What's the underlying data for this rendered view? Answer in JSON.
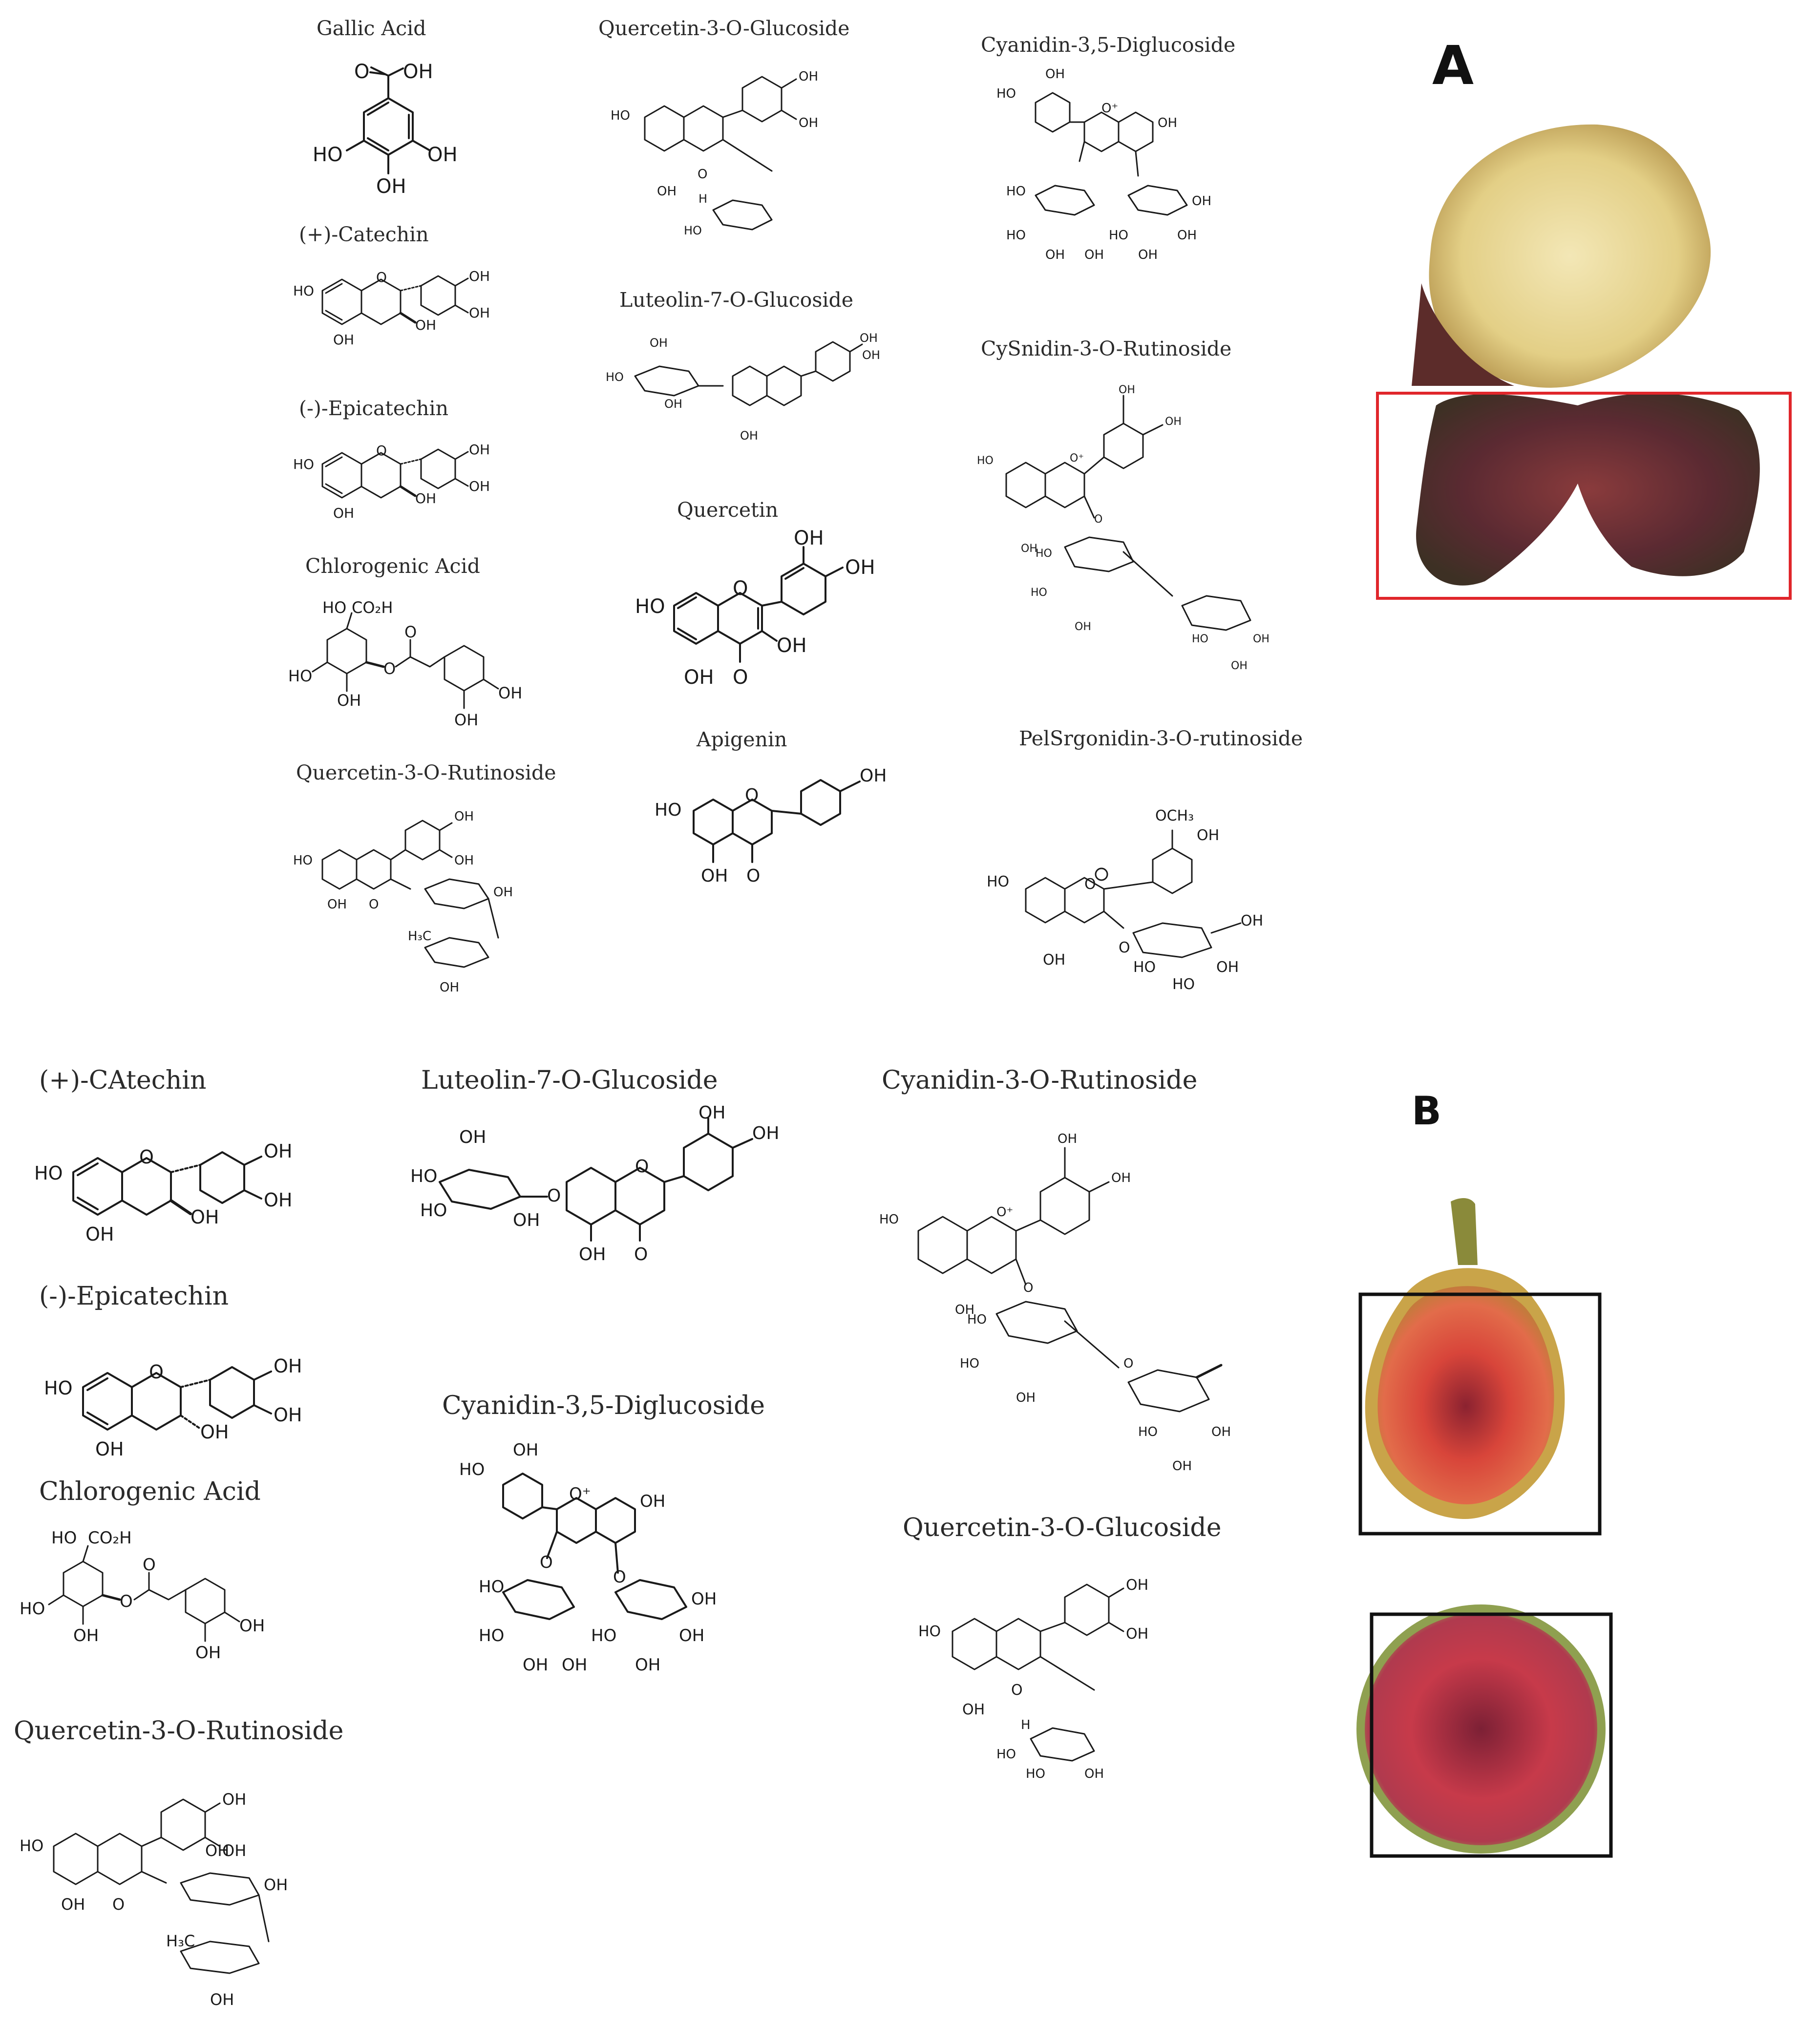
{
  "panelA": {
    "letter": "A",
    "compounds": {
      "gallic_acid": "Gallic Acid",
      "catechin": "(+)-Catechin",
      "epicatechin": "(-)-Epicatechin",
      "chlorogenic_acid": "Chlorogenic Acid",
      "quercetin_3_o_rutinoside": "Quercetin-3-O-Rutinoside",
      "quercetin_3_o_glucoside": "Quercetin-3-O-Glucoside",
      "luteolin_7_o_glucoside": "Luteolin-7-O-Glucoside",
      "quercetin": "Quercetin",
      "apigenin": "Apigenin",
      "cyanidin_3_5_diglucoside": "Cyanidin-3,5-Diglucoside",
      "cysnidin_3_o_rutinoside": "CySnidin-3-O-Rutinoside",
      "pelsrgonidin_3_o_rutinoside": "PelSrgonidin-3-O-rutinoside"
    }
  },
  "panelB": {
    "letter": "B",
    "compounds": {
      "catechin": "(+)-CAtechin",
      "epicatechin": "(-)-Epicatechin",
      "chlorogenic_acid": "Chlorogenic Acid",
      "quercetin_3_o_rutinoside": "Quercetin-3-O-Rutinoside",
      "luteolin_7_o_glucoside": "Luteolin-7-O-Glucoside",
      "cyanidin_3_5_diglucoside": "Cyanidin-3,5-Diglucoside",
      "cyanidin_3_o_rutinoside": "Cyanidin-3-O-Rutinoside",
      "quercetin_3_o_glucoside": "Quercetin-3-O-Glucoside"
    }
  },
  "atoms": {
    "oh": "OH",
    "ho": "HO",
    "o": "O",
    "o_plus": "O⁺",
    "co2h": "CO₂H",
    "och3": "OCH₃",
    "h3c": "H₃C",
    "h": "H"
  },
  "colors": {
    "highlight_box_A": "#e0262b",
    "highlight_box_B": "#111111",
    "fig_pale": "#e8dc9c",
    "fig_peel": "#6b2a3a",
    "fig_pulp": "#d8453a"
  }
}
